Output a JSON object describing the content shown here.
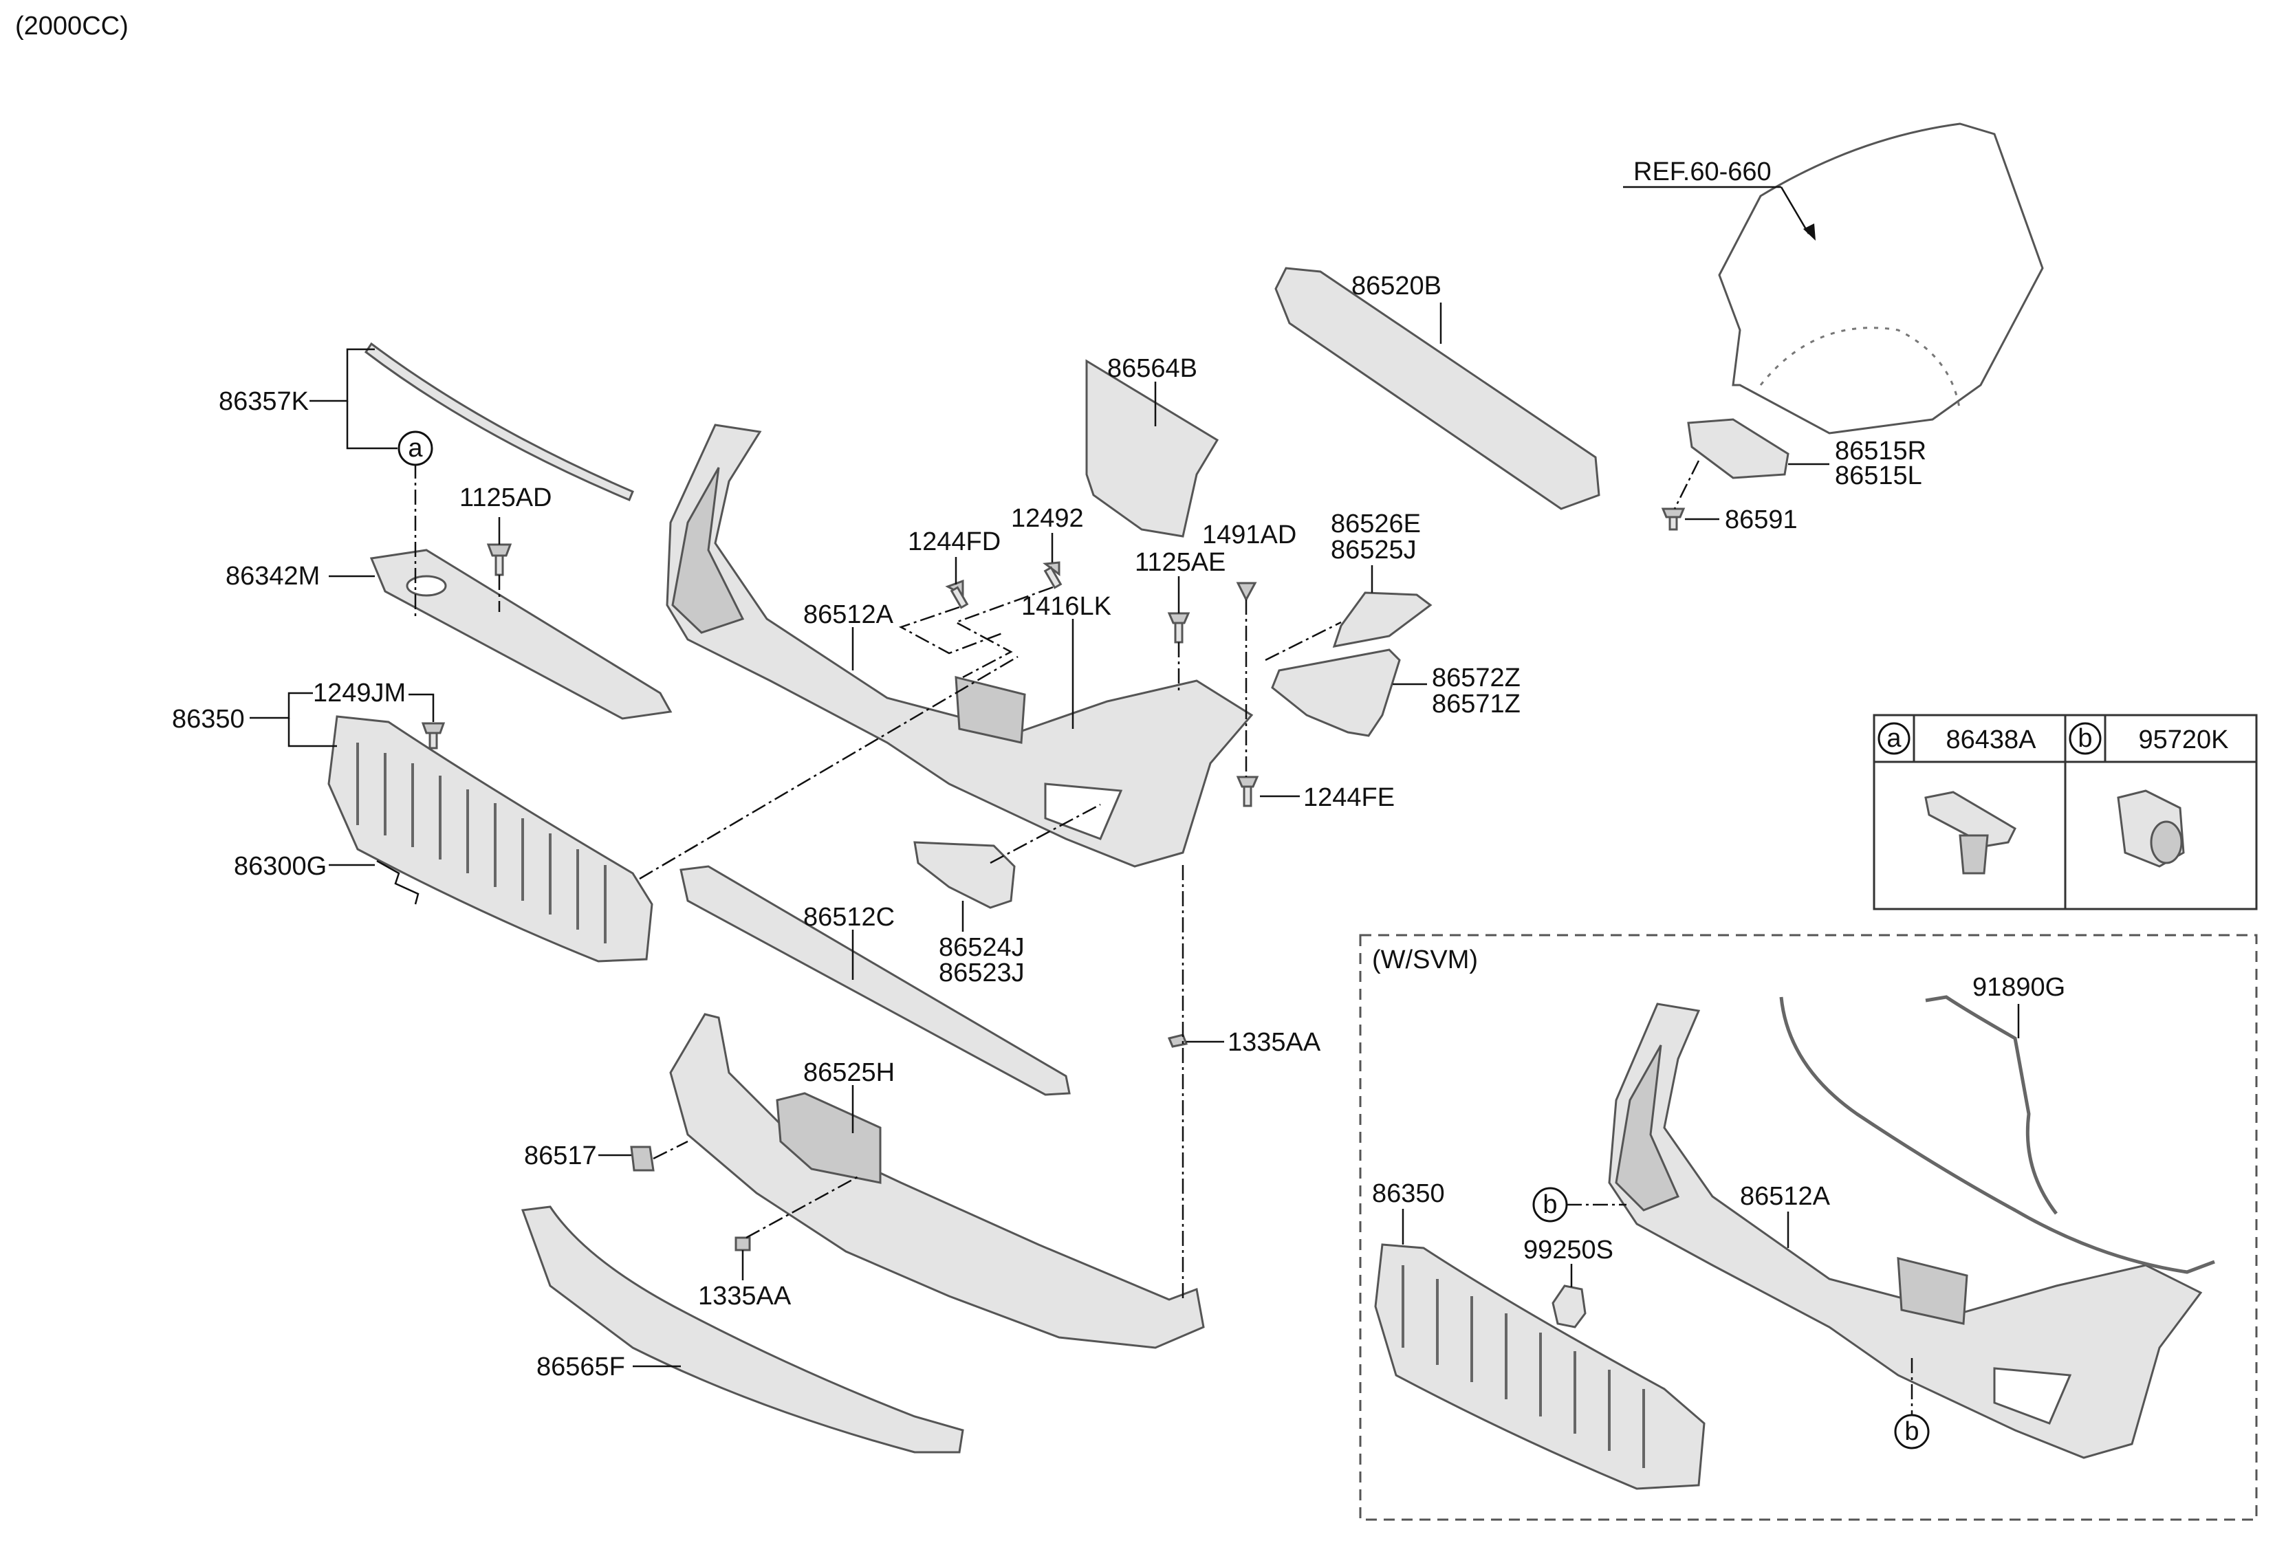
{
  "header": {
    "engine": "(2000CC)"
  },
  "reference": {
    "label": "REF.60-660"
  },
  "labels": {
    "p86357K": "86357K",
    "p1125AD": "1125AD",
    "p86342M": "86342M",
    "p1249JM": "1249JM",
    "p86350": "86350",
    "p86300G": "86300G",
    "p86512A": "86512A",
    "p1244FD": "1244FD",
    "p12492": "12492",
    "p1416LK": "1416LK",
    "p86564B": "86564B",
    "p1125AE": "1125AE",
    "p1491AD": "1491AD",
    "p86520B": "86520B",
    "p86526E": "86526E",
    "p86525J": "86525J",
    "p86572Z": "86572Z",
    "p86571Z": "86571Z",
    "p1244FE": "1244FE",
    "p86515R": "86515R",
    "p86515L": "86515L",
    "p86591": "86591",
    "p86512C": "86512C",
    "p86524J": "86524J",
    "p86523J": "86523J",
    "p1335AA_right": "1335AA",
    "p86525H": "86525H",
    "p86517": "86517",
    "p1335AA_lower": "1335AA",
    "p86565F": "86565F"
  },
  "callout_markers": {
    "a": "a",
    "b": "b"
  },
  "legend_table": {
    "a_part": "86438A",
    "b_part": "95720K"
  },
  "svm_box": {
    "title": "(W/SVM)",
    "labels": {
      "p91890G": "91890G",
      "p86350": "86350",
      "p86512A": "86512A",
      "p99250S": "99250S"
    }
  },
  "colors": {
    "part_fill": "#e4e4e4",
    "part_stroke": "#555555",
    "line": "#111111"
  }
}
